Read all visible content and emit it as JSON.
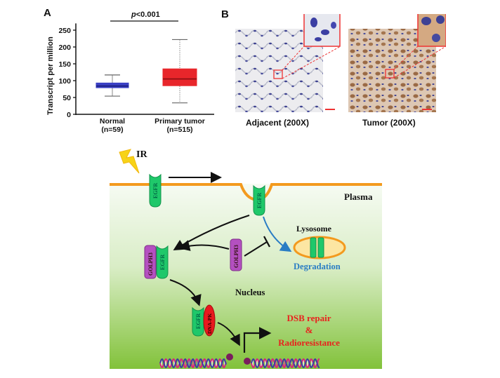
{
  "panel_a": {
    "letter": "A",
    "p_value_prefix": "p",
    "p_value_text": "<0.001",
    "chart_data": {
      "type": "box",
      "title": "",
      "xlabel": "",
      "ylabel": "Transcript per million",
      "ylim": [
        0,
        270
      ],
      "yticks": [
        "0",
        "50",
        "100",
        "150",
        "200",
        "250"
      ],
      "categories": [
        {
          "name": "Normal",
          "n_label": "(n=59)",
          "min": 54,
          "q1": 79,
          "median": 84,
          "q3": 93,
          "max": 117,
          "color": "#3a3fc4"
        },
        {
          "name": "Primary tumor",
          "n_label": "(n=515)",
          "min": 34,
          "q1": 85,
          "median": 105,
          "q3": 135,
          "max": 222,
          "color": "#e8262b"
        }
      ],
      "annotation": "p<0.001"
    }
  },
  "panel_b": {
    "letter": "B",
    "images": [
      {
        "caption": "Adjacent (200X)",
        "stain": "#e9e9ec",
        "nuclei": "#3b3f8f"
      },
      {
        "caption": "Tumor (200X)",
        "stain": "#c89a74",
        "nuclei": "#3b3f8f"
      }
    ]
  },
  "diagram": {
    "ir_label": "IR",
    "plasma_label": "Plasma",
    "lysosome_label": "Lysosome",
    "degradation_label": "Degradation",
    "nucleus_label": "Nucleus",
    "egfr_label": "EGFR",
    "golph3_label": "GOLPH3",
    "dnapk_label": "DNA-PK",
    "outcome_line1": "DSB repair",
    "outcome_line2": "&",
    "outcome_line3": "Radioresistance",
    "colors": {
      "membrane": "#f39a1e",
      "egfr": "#1fc86a",
      "golph3": "#b450c0",
      "dnapk": "#e8191e",
      "degradation": "#2a7dc4",
      "outcome": "#e8231e",
      "bg_top": "#f4faf0",
      "bg_bottom": "#86c43e"
    }
  }
}
